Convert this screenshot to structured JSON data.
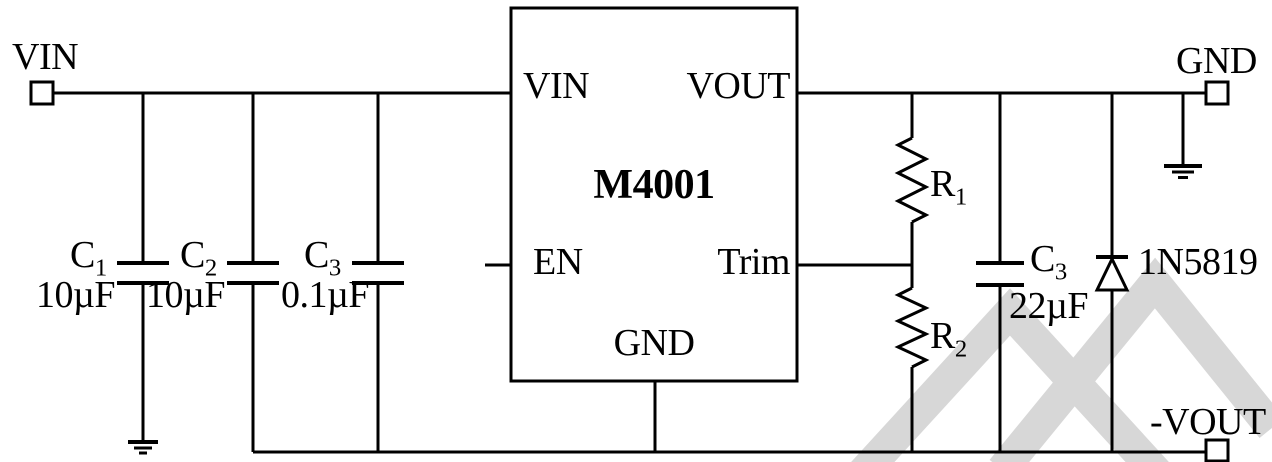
{
  "terminals": {
    "vin": "VIN",
    "gnd": "GND",
    "neg_vout": "-VOUT"
  },
  "ic": {
    "part": "M4001",
    "pin_vin": "VIN",
    "pin_vout": "VOUT",
    "pin_en": "EN",
    "pin_trim": "Trim",
    "pin_gnd": "GND"
  },
  "components": {
    "c1": {
      "ref": "C",
      "sub": "1",
      "value": "10µF"
    },
    "c2": {
      "ref": "C",
      "sub": "2",
      "value": "10µF"
    },
    "c3": {
      "ref": "C",
      "sub": "3",
      "value": "0.1µF"
    },
    "c_out": {
      "ref": "C",
      "sub": "3",
      "value": "22µF"
    },
    "r1": {
      "ref": "R",
      "sub": "1"
    },
    "r2": {
      "ref": "R",
      "sub": "2"
    },
    "d1": {
      "part": "1N5819"
    }
  },
  "colors": {
    "wire": "#000000",
    "watermark": "#d7d7d7",
    "background": "#ffffff"
  }
}
